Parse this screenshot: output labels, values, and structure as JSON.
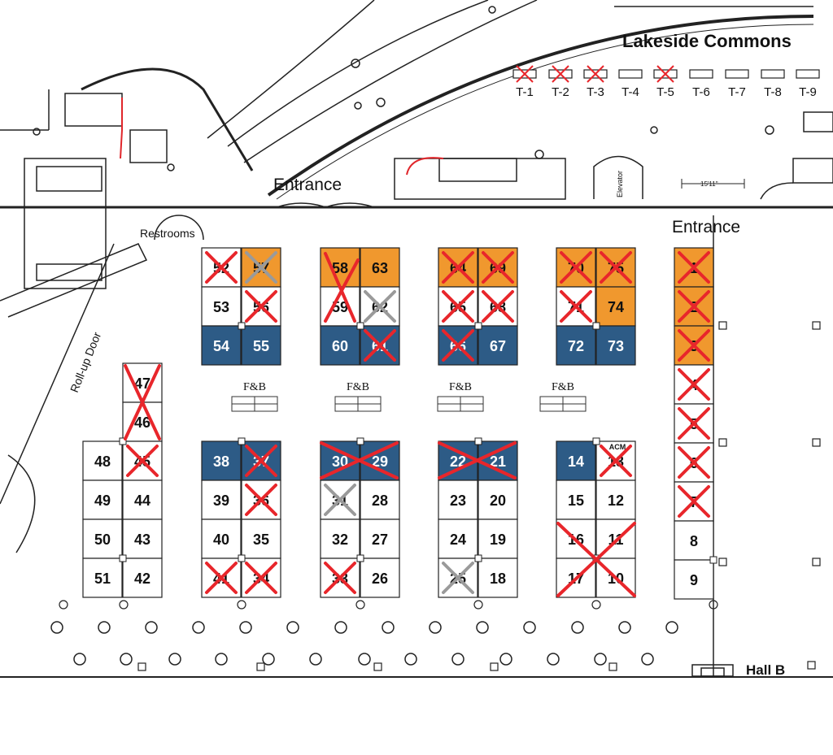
{
  "labels": {
    "lakeside": "Lakeside Commons",
    "entrance_top": "Entrance",
    "entrance_right": "Entrance",
    "restrooms": "Restrooms",
    "rollup": "Roll-up Door",
    "hall_b": "Hall B",
    "elevator": "Elevator",
    "dimension": "15'11\"",
    "fb": "F&B",
    "acm": "ACM"
  },
  "colors": {
    "orange": "#f0982e",
    "blue": "#2d5b86",
    "white": "#ffffff",
    "red_x": "#e8262b",
    "gray_x": "#9a9a9a",
    "line": "#222222",
    "red_wall": "#e0262b"
  },
  "tables": [
    {
      "label": "T-1",
      "status": "taken"
    },
    {
      "label": "T-2",
      "status": "taken"
    },
    {
      "label": "T-3",
      "status": "taken"
    },
    {
      "label": "T-4",
      "status": "available"
    },
    {
      "label": "T-5",
      "status": "taken"
    },
    {
      "label": "T-6",
      "status": "available"
    },
    {
      "label": "T-7",
      "status": "available"
    },
    {
      "label": "T-8",
      "status": "available"
    },
    {
      "label": "T-9",
      "status": "available"
    }
  ],
  "booths": [
    {
      "id": "52",
      "color": "white",
      "mark": "red"
    },
    {
      "id": "57",
      "color": "orange",
      "mark": "gray"
    },
    {
      "id": "53",
      "color": "white",
      "mark": "none"
    },
    {
      "id": "56",
      "color": "white",
      "mark": "red"
    },
    {
      "id": "54",
      "color": "blue",
      "mark": "none"
    },
    {
      "id": "55",
      "color": "blue",
      "mark": "none"
    },
    {
      "id": "58",
      "color": "orange",
      "mark": "none"
    },
    {
      "id": "63",
      "color": "orange",
      "mark": "none"
    },
    {
      "id": "59",
      "color": "white",
      "mark": "none"
    },
    {
      "id": "62",
      "color": "white",
      "mark": "gray"
    },
    {
      "id": "60",
      "color": "blue",
      "mark": "none"
    },
    {
      "id": "61",
      "color": "blue",
      "mark": "red"
    },
    {
      "id": "64",
      "color": "orange",
      "mark": "red"
    },
    {
      "id": "69",
      "color": "orange",
      "mark": "red"
    },
    {
      "id": "65",
      "color": "white",
      "mark": "red"
    },
    {
      "id": "68",
      "color": "white",
      "mark": "red"
    },
    {
      "id": "66",
      "color": "blue",
      "mark": "red"
    },
    {
      "id": "67",
      "color": "blue",
      "mark": "none"
    },
    {
      "id": "70",
      "color": "orange",
      "mark": "red"
    },
    {
      "id": "75",
      "color": "orange",
      "mark": "red"
    },
    {
      "id": "71",
      "color": "white",
      "mark": "red"
    },
    {
      "id": "74",
      "color": "orange",
      "mark": "none"
    },
    {
      "id": "72",
      "color": "blue",
      "mark": "none"
    },
    {
      "id": "73",
      "color": "blue",
      "mark": "none"
    },
    {
      "id": "1",
      "color": "orange",
      "mark": "red"
    },
    {
      "id": "2",
      "color": "orange",
      "mark": "red"
    },
    {
      "id": "3",
      "color": "orange",
      "mark": "red"
    },
    {
      "id": "4",
      "color": "white",
      "mark": "red"
    },
    {
      "id": "5",
      "color": "white",
      "mark": "red"
    },
    {
      "id": "6",
      "color": "white",
      "mark": "red"
    },
    {
      "id": "7",
      "color": "white",
      "mark": "red"
    },
    {
      "id": "8",
      "color": "white",
      "mark": "none"
    },
    {
      "id": "9",
      "color": "white",
      "mark": "none"
    },
    {
      "id": "47",
      "color": "white",
      "mark": "none"
    },
    {
      "id": "46",
      "color": "white",
      "mark": "none"
    },
    {
      "id": "45",
      "color": "white",
      "mark": "red"
    },
    {
      "id": "48",
      "color": "white",
      "mark": "none"
    },
    {
      "id": "49",
      "color": "white",
      "mark": "none"
    },
    {
      "id": "44",
      "color": "white",
      "mark": "none"
    },
    {
      "id": "50",
      "color": "white",
      "mark": "none"
    },
    {
      "id": "43",
      "color": "white",
      "mark": "none"
    },
    {
      "id": "51",
      "color": "white",
      "mark": "none"
    },
    {
      "id": "42",
      "color": "white",
      "mark": "none"
    },
    {
      "id": "38",
      "color": "blue",
      "mark": "none"
    },
    {
      "id": "37",
      "color": "blue",
      "mark": "red"
    },
    {
      "id": "39",
      "color": "white",
      "mark": "none"
    },
    {
      "id": "36",
      "color": "white",
      "mark": "red"
    },
    {
      "id": "40",
      "color": "white",
      "mark": "none"
    },
    {
      "id": "35",
      "color": "white",
      "mark": "none"
    },
    {
      "id": "41",
      "color": "white",
      "mark": "red"
    },
    {
      "id": "34",
      "color": "white",
      "mark": "red"
    },
    {
      "id": "30",
      "color": "blue",
      "mark": "none"
    },
    {
      "id": "29",
      "color": "blue",
      "mark": "none"
    },
    {
      "id": "31",
      "color": "white",
      "mark": "gray"
    },
    {
      "id": "28",
      "color": "white",
      "mark": "none"
    },
    {
      "id": "32",
      "color": "white",
      "mark": "none"
    },
    {
      "id": "27",
      "color": "white",
      "mark": "none"
    },
    {
      "id": "33",
      "color": "white",
      "mark": "red"
    },
    {
      "id": "26",
      "color": "white",
      "mark": "none"
    },
    {
      "id": "22",
      "color": "blue",
      "mark": "none"
    },
    {
      "id": "21",
      "color": "blue",
      "mark": "none"
    },
    {
      "id": "23",
      "color": "white",
      "mark": "none"
    },
    {
      "id": "20",
      "color": "white",
      "mark": "none"
    },
    {
      "id": "24",
      "color": "white",
      "mark": "none"
    },
    {
      "id": "19",
      "color": "white",
      "mark": "none"
    },
    {
      "id": "25",
      "color": "white",
      "mark": "gray"
    },
    {
      "id": "18",
      "color": "white",
      "mark": "none"
    },
    {
      "id": "14",
      "color": "blue",
      "mark": "none"
    },
    {
      "id": "13",
      "color": "white",
      "mark": "red"
    },
    {
      "id": "15",
      "color": "white",
      "mark": "none"
    },
    {
      "id": "12",
      "color": "white",
      "mark": "none"
    },
    {
      "id": "16",
      "color": "white",
      "mark": "none"
    },
    {
      "id": "11",
      "color": "white",
      "mark": "none"
    },
    {
      "id": "17",
      "color": "white",
      "mark": "none"
    },
    {
      "id": "10",
      "color": "white",
      "mark": "none"
    }
  ],
  "group_marks": [
    {
      "name": "x-58-59",
      "color": "red"
    },
    {
      "name": "x-47-46",
      "color": "red"
    },
    {
      "name": "x-30-29",
      "color": "red"
    },
    {
      "name": "x-22-21",
      "color": "red"
    },
    {
      "name": "x-16-10",
      "color": "red"
    }
  ]
}
